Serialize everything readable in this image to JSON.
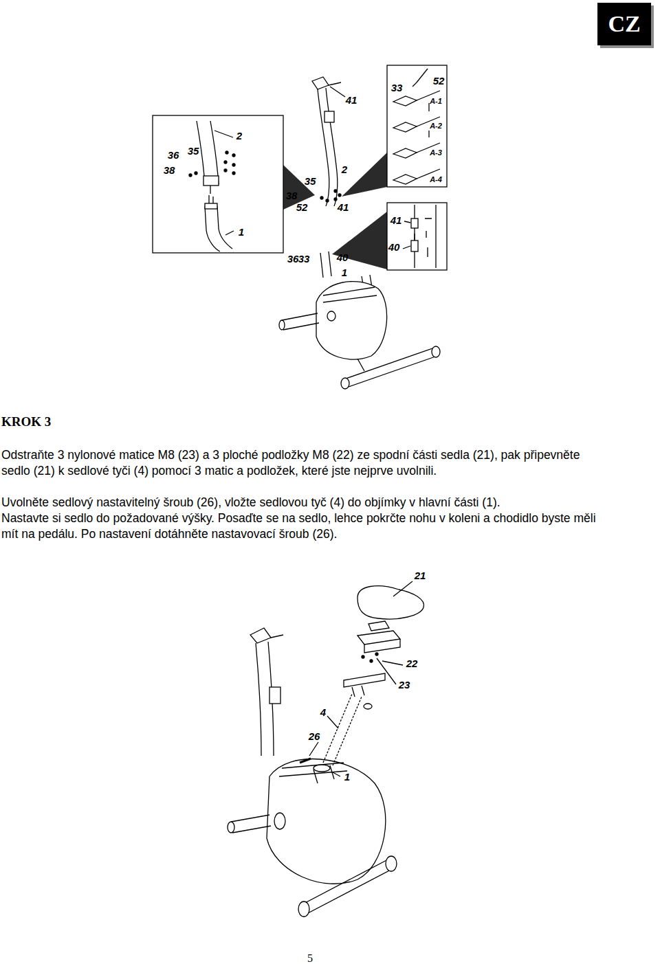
{
  "diagram": {
    "title": "KROK 3",
    "nodes": [
      {
        "text": [
          "CZ"
        ]
      }
    ],
    "labels": [
      "2",
      "36",
      "35",
      "38",
      "1",
      "41",
      "2",
      "35",
      "38",
      "52",
      "41",
      "36",
      "33",
      "40",
      "1",
      "33",
      "52",
      "A-1",
      "A-2",
      "A-3",
      "A-4",
      "41",
      "40",
      "21",
      "22",
      "23",
      "4",
      "26",
      "1",
      "Odstraňte 3 nylonové matice M8 (23) a 3 ploché podložky M8 (22) ze spodní části sedla (21), pak připevněte sedlo (21) k sedlové tyči (4) pomocí 3 matic a podložek, které jste nejprve uvolnili.",
      "Uvolněte sedlový nastavitelný šroub (26), vložte sedlovou tyč (4) do objímky v hlavní části (1).",
      "Nastavte si sedlo do požadované výšky. Posaďte se na sedlo, lehce pokrčte nohu v koleni a chodidlo byste měli mít na pedálu. Po nastavení dotáhněte nastavovací šroub (26).",
      "5"
    ]
  }
}
